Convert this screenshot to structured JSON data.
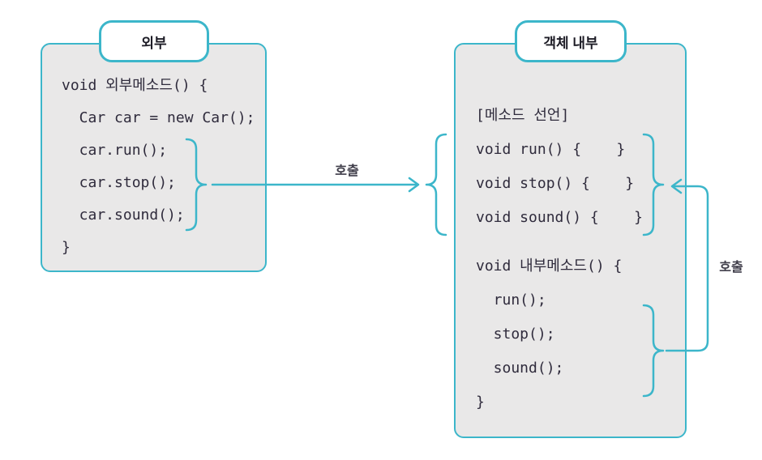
{
  "left_box": {
    "tab_label": "외부",
    "code_lines": [
      "void 외부메소드() {",
      "  Car car = new Car();",
      "  car.run();",
      "  car.stop();",
      "  car.sound();",
      "}"
    ]
  },
  "right_box": {
    "tab_label": "객체 내부",
    "code_lines": [
      "[메소드 선언]",
      "void run() {    }",
      "void stop() {    }",
      "void sound() {    }",
      "",
      "void 내부메소드() {",
      "  run();",
      "  stop();",
      "  sound();",
      "}"
    ]
  },
  "arrows": {
    "external_call_label": "호출",
    "internal_call_label": "호출"
  },
  "colors": {
    "accent": "#3cb6ca",
    "box_fill": "#e9e8e8",
    "code_text": "#2f2b3c",
    "label_text": "#3f3d49"
  }
}
